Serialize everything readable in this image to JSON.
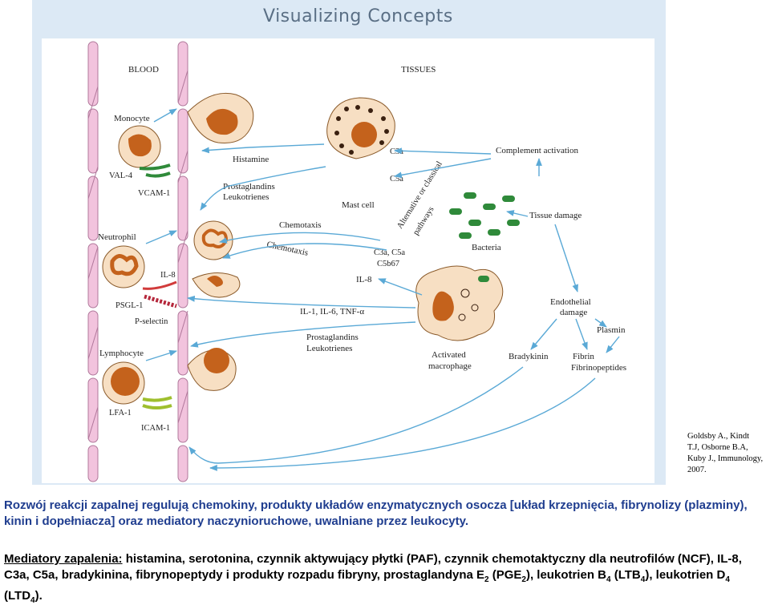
{
  "panel": {
    "title": "Visualizing Concepts"
  },
  "diagram": {
    "blood": "BLOOD",
    "tissues": "TISSUES",
    "monocyte": "Monocyte",
    "val4": "VAL-4",
    "vcam1": "VCAM-1",
    "neutrophil": "Neutrophil",
    "il8_left": "IL-8",
    "psgl1": "PSGL-1",
    "pselectin": "P-selectin",
    "lymphocyte": "Lymphocyte",
    "lfa1": "LFA-1",
    "icam1": "ICAM-1",
    "histamine": "Histamine",
    "prostaglandins_1": "Prostaglandins",
    "leukotrienes_1": "Leukotrienes",
    "c3a": "C3a",
    "c5a": "C5a",
    "mast_cell": "Mast cell",
    "complement_activation": "Complement activation",
    "pathways_1": "Alternative or classical",
    "pathways_2": "pathways",
    "tissue_damage": "Tissue damage",
    "chemotaxis_1": "Chemotaxis",
    "chemotaxis_2": "Chemotaxis",
    "c3a_c5a": "C3a, C5a",
    "c5b67": "C5b67",
    "bacteria": "Bacteria",
    "il8_mid": "IL-8",
    "cytokines": "IL-1, IL-6, TNF-α",
    "prostaglandins_2": "Prostaglandins",
    "leukotrienes_2": "Leukotrienes",
    "activated": "Activated",
    "macrophage": "macrophage",
    "endothelial": "Endothelial",
    "damage": "damage",
    "plasmin": "Plasmin",
    "bradykinin": "Bradykinin",
    "fibrin": "Fibrin",
    "fibrinopeptides": "Fibrinopeptides"
  },
  "citation": {
    "line1": "Goldsby A., Kindt",
    "line2": "T.J, Osborne B.A,",
    "line3": "Kuby J., Immunology,",
    "line4": "2007."
  },
  "caption": {
    "text": "Rozwój reakcji zapalnej regulują chemokiny, produkty układów enzymatycznych osocza [układ krzepnięcia, fibrynolizy (plazminy), kinin i dopełniacza] oraz mediatory naczynioruchowe, uwalniane przez leukocyty."
  },
  "mediators": {
    "label": "Mediatory zapalenia:",
    "part1": " histamina, serotonina, czynnik aktywujący płytki (PAF), czynnik chemotaktyczny dla neutrofilów (NCF), IL-8, C3a, C5a, bradykinina, fibrynopeptydy i produkty rozpadu fibryny, prostaglandyna E",
    "sub1": "2",
    "part2": " (PGE",
    "sub2": "2",
    "part3": "), leukotrien B",
    "sub3": "4",
    "part4": " (LTB",
    "sub4": "4",
    "part5": "), leukotrien D",
    "sub5": "4",
    "part6": " (LTD",
    "sub6": "4",
    "part7": ")."
  },
  "colors": {
    "vessel": "#f2c3dd",
    "vessel_stroke": "#b0789b",
    "nucleus": "#c4621c",
    "cell": "#f7dfc3",
    "arrow": "#5aa9d6",
    "bacteria": "#2f8a3a",
    "caption_blue": "#1f3d8f"
  }
}
